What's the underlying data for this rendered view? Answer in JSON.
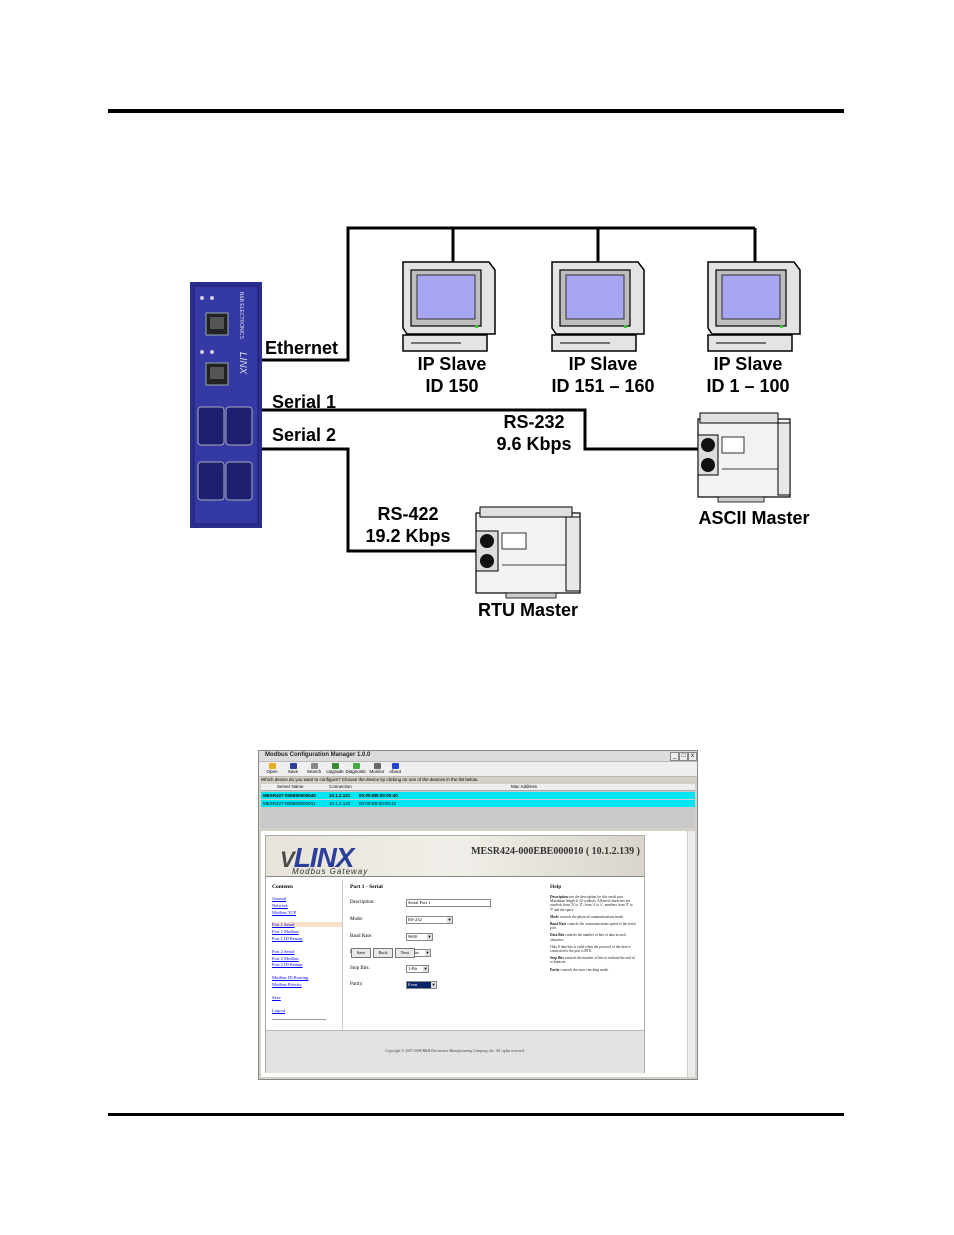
{
  "diagram": {
    "ethernet": "Ethernet",
    "serial1": "Serial 1",
    "serial2": "Serial 2",
    "slaves": [
      {
        "name": "IP Slave",
        "id": "ID 150"
      },
      {
        "name": "IP Slave",
        "id": "ID 151 – 160"
      },
      {
        "name": "IP Slave",
        "id": "ID 1 – 100"
      }
    ],
    "rs232": {
      "line1": "RS-232",
      "line2": "9.6 Kbps"
    },
    "rs422": {
      "line1": "RS-422",
      "line2": "19.2 Kbps"
    },
    "ascii_master": "ASCII Master",
    "rtu_master": "RTU Master",
    "gateway_brand": "B&B ELECTRONICS",
    "gateway_logo": "LINX"
  },
  "app": {
    "title": "Modbus Configuration Manager 1.0.0",
    "window_buttons": [
      "_",
      "□",
      "x"
    ],
    "toolbar": [
      {
        "label": "Open",
        "color": "#e0b020"
      },
      {
        "label": "Save",
        "color": "#2a3e9a"
      },
      {
        "label": "Search",
        "color": "#888888"
      },
      {
        "label": "Upgrade",
        "color": "#3a8a3a"
      },
      {
        "label": "Diagnostic",
        "color": "#44aa44"
      },
      {
        "label": "Monitor",
        "color": "#666666"
      },
      {
        "label": "About",
        "color": "#2244cc"
      }
    ],
    "question": "Which device do you want to configure? Choose the device by clicking on one of the devices in the list below.",
    "columns": [
      "Server Name",
      "Connection",
      "Mac Address"
    ],
    "rows": [
      {
        "name": "MESR427-000B00000040",
        "conn": "10.1.2.121",
        "mac": "00:00:EB:00:00:40"
      },
      {
        "name": "MESR427-000B00000041",
        "conn": "10.1.2.123",
        "mac": "00:00:EB:00:00:41"
      }
    ]
  },
  "web": {
    "logo": "LINX",
    "logo_prefix": "V",
    "logo_sub": "Modbus Gateway",
    "device_title": "MESR424-000EBE000010 ( 10.1.2.139 )",
    "contents_title": "Contents",
    "nav": {
      "general": "General",
      "network": "Network",
      "modbus_tcp": "Modbus TCP",
      "port1_serial": "Port 1 Serial",
      "port1_modbus": "Port 1 Modbus",
      "port1_remap": "Port 1 ID Remap",
      "port2_serial": "Port 2 Serial",
      "port2_modbus": "Port 2 Modbus",
      "port2_remap": "Port 2 ID Remap",
      "id_routing": "Modbus ID Routing",
      "priority": "Modbus Priority",
      "save": "Save",
      "logout": "Logout"
    },
    "form": {
      "title": "Port 1 - Serial",
      "description_label": "Description:",
      "description_value": "Serial Port 1",
      "mode_label": "Mode:",
      "mode_value": "RS-232",
      "baud_label": "Baud Rate:",
      "baud_value": "9600",
      "databits_label": "Data Bits:",
      "databits_value": "7-Bits",
      "stopbits_label": "Stop Bits:",
      "stopbits_value": "1-Bit",
      "parity_label": "Parity:",
      "parity_value": "Even",
      "save": "Save",
      "back": "Back",
      "next": "Next"
    },
    "help": {
      "title": "Help",
      "p1_key": "Description",
      "p1": " sets the description for this serial port. Maximum length is 32 symbols. Allowed characters are symbols from 'A' to 'Z', from 'a' to 'z', numbers from '0' to '9' and the space.",
      "p2_key": "Mode",
      "p2": " controls the physical communications mode.",
      "p3_key": "Baud Rate",
      "p3": " controls the communications speed of the serial port.",
      "p4_key": "Data Bits",
      "p4": " controls the number of bits of data in each character.",
      "p5": "Only 8 data bits is valid when the protocol of the device connected to the port is RTU.",
      "p6_key": "Stop Bits",
      "p6": " controls the number of bits to indicate the end of a character.",
      "p7_key": "Parity",
      "p7": " controls the error checking mode."
    },
    "copyright": "Copyright © 2007-2008 B&B Electronics Manufacturing Company, Inc. All rights reserved."
  }
}
